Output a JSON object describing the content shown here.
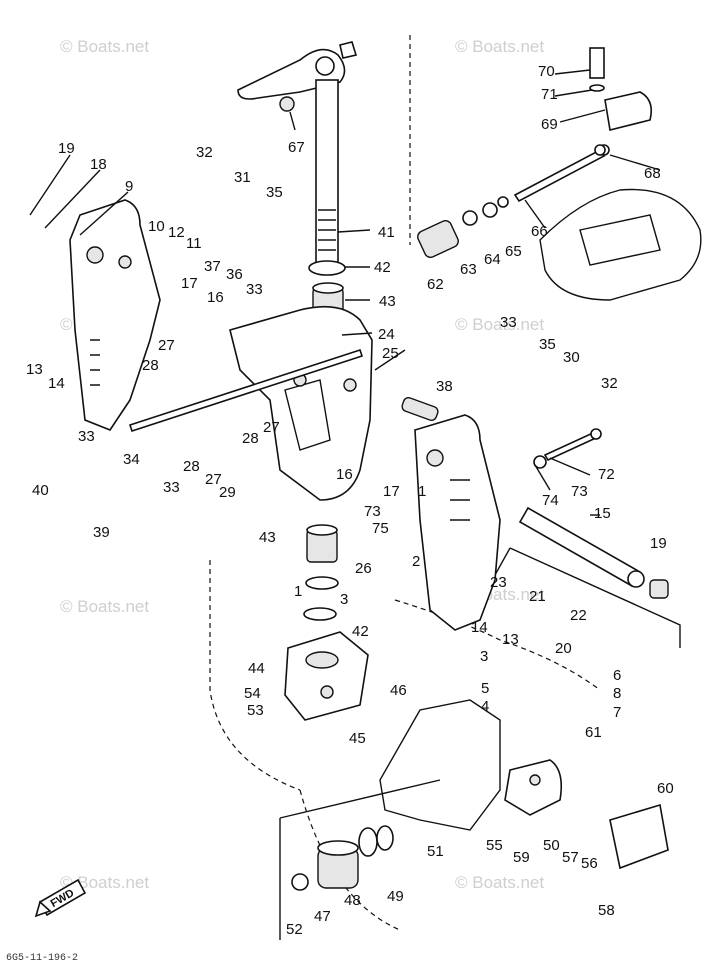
{
  "watermarks": [
    "© Boats.net",
    "© Boats.net",
    "© Boats.net",
    "© Boats.net",
    "© Boats.net",
    "© Boats.net",
    "© Boats.net",
    "© Boats.net"
  ],
  "direction_label": "FWD",
  "footer_code": "6G5-11-196-2",
  "callouts": [
    "1",
    "1",
    "2",
    "3",
    "3",
    "4",
    "5",
    "6",
    "7",
    "8",
    "9",
    "10",
    "11",
    "12",
    "13",
    "13",
    "14",
    "14",
    "15",
    "16",
    "16",
    "17",
    "17",
    "18",
    "19",
    "19",
    "20",
    "21",
    "22",
    "23",
    "24",
    "25",
    "26",
    "27",
    "27",
    "27",
    "28",
    "28",
    "28",
    "29",
    "30",
    "31",
    "32",
    "32",
    "33",
    "33",
    "33",
    "33",
    "34",
    "35",
    "35",
    "36",
    "37",
    "38",
    "39",
    "40",
    "41",
    "42",
    "42",
    "43",
    "43",
    "44",
    "45",
    "46",
    "47",
    "48",
    "49",
    "50",
    "51",
    "52",
    "53",
    "54",
    "55",
    "56",
    "57",
    "58",
    "59",
    "60",
    "61",
    "62",
    "63",
    "64",
    "65",
    "66",
    "67",
    "68",
    "69",
    "70",
    "71",
    "72",
    "73",
    "73",
    "74",
    "75"
  ],
  "colors": {
    "ink": "#111111",
    "watermark": "#cfcfcf",
    "background": "#ffffff"
  }
}
